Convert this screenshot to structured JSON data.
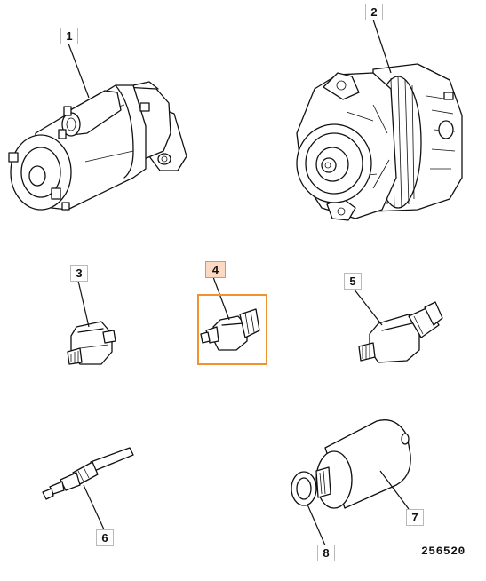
{
  "diagram": {
    "reference_number": "256520",
    "highlighted_part": "4",
    "highlight_color": "#f0922d",
    "highlight_fill": "#fcd9c2",
    "parts": [
      {
        "id": "1",
        "label": "1",
        "name": "starter-motor"
      },
      {
        "id": "2",
        "label": "2",
        "name": "alternator"
      },
      {
        "id": "3",
        "label": "3",
        "name": "pressure-switch"
      },
      {
        "id": "4",
        "label": "4",
        "name": "temperature-switch"
      },
      {
        "id": "5",
        "label": "5",
        "name": "temperature-sender"
      },
      {
        "id": "6",
        "label": "6",
        "name": "glow-plug"
      },
      {
        "id": "7",
        "label": "7",
        "name": "fuel-stop-solenoid"
      },
      {
        "id": "8",
        "label": "8",
        "name": "sealing-washer"
      }
    ]
  }
}
